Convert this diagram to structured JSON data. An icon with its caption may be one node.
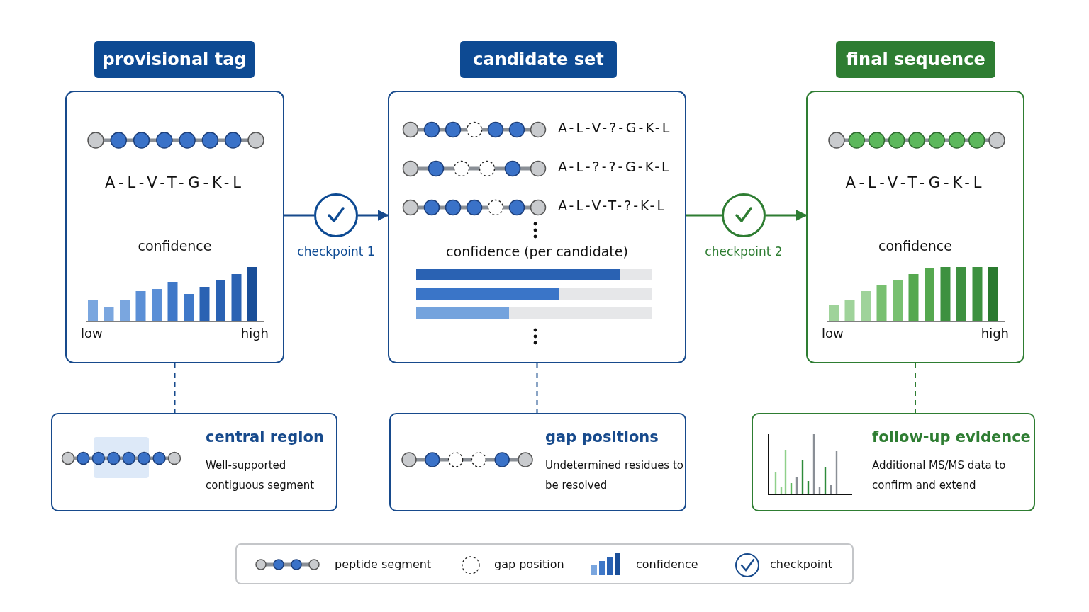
{
  "diagram": {
    "nodes": [
      {
        "text": [
          "provisional tag"
        ]
      },
      {
        "text": [
          "A-L-V-T-G-K-L",
          "confidence",
          "low",
          "high"
        ]
      },
      {
        "text": [],
        "shape": "circle",
        "beside": [
          "checkpoint 1"
        ]
      },
      {
        "text": [
          "candidate set"
        ]
      },
      {
        "text": [
          "A-L-V-?-G-K-L",
          "A-L-?-?-G-K-L",
          "A-L-V-T-?-K-L",
          "confidence (per candidate)"
        ]
      },
      {
        "text": [],
        "shape": "circle",
        "beside": [
          "checkpoint 2"
        ]
      },
      {
        "text": [
          "final sequence"
        ]
      },
      {
        "text": [
          "A-L-V-T-G-K-L",
          "confidence",
          "low",
          "high"
        ]
      },
      {
        "text": [
          "central region",
          "Well-supported contiguous segment"
        ]
      },
      {
        "text": [
          "gap positions",
          "Undetermined residues to be resolved"
        ]
      },
      {
        "text": [
          "follow-up evidence",
          "Additional MS/MS data to confirm and extend"
        ]
      }
    ],
    "edges": [
      {
        "from": 1,
        "to": 2,
        "arrow": "none"
      },
      {
        "from": 2,
        "to": 4,
        "arrow": "to"
      },
      {
        "from": 4,
        "to": 5,
        "arrow": "none",
        "color": "#2e7d32"
      },
      {
        "from": 5,
        "to": 7,
        "arrow": "to",
        "color": "#2e7d32"
      },
      {
        "from": 1,
        "to": 8,
        "arrow": "none",
        "style": "dashed"
      },
      {
        "from": 4,
        "to": 9,
        "arrow": "none",
        "style": "dashed"
      },
      {
        "from": 7,
        "to": 10,
        "arrow": "none",
        "style": "dashed",
        "color": "#2e7d32"
      }
    ],
    "legend": [
      {
        "text": "peptide segment"
      },
      {
        "text": "gap position"
      },
      {
        "text": "confidence"
      },
      {
        "text": "checkpoint"
      }
    ]
  }
}
